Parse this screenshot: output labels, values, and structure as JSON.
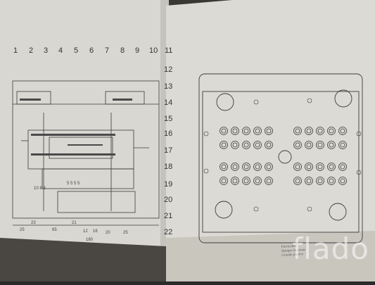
{
  "photo": {
    "subject": "technical-drawing",
    "top_scale": [
      "1",
      "2",
      "3",
      "4",
      "5",
      "6",
      "7",
      "8",
      "9",
      "10",
      "11"
    ],
    "side_scale": [
      "12",
      "13",
      "14",
      "15",
      "16",
      "17",
      "18",
      "19",
      "20",
      "21",
      "22"
    ],
    "dimensions": {
      "bottom": [
        "25",
        "23",
        "65",
        "21",
        "12",
        "16",
        "20",
        "25"
      ],
      "total": "180",
      "mid_left": "10 8 3",
      "mid_center": "5 5 5 5"
    },
    "title_block": {
      "line1": "Particolari",
      "line2": "Stampo iniezione",
      "line3": "Grande piastra"
    },
    "watermark": "flado"
  }
}
